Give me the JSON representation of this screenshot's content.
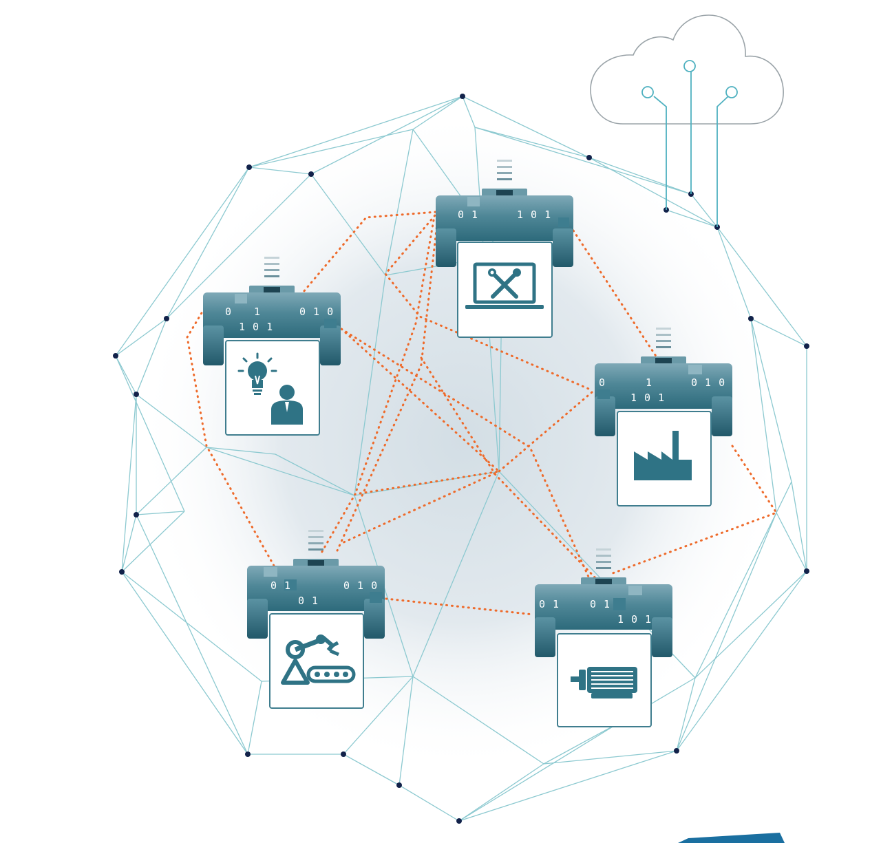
{
  "colors": {
    "mesh_line": "#8cc9d0",
    "mesh_node": "#12224a",
    "link_dotted": "#ee6a2a",
    "module_dark": "#2f6f80",
    "module_light": "#5f9aaa",
    "icon": "#2f7385",
    "cloud_outline": "#9aa3a8",
    "accent_bar": "#1a6fa0"
  },
  "modules": [
    {
      "id": "maintenance",
      "icon": "laptop-tools-icon",
      "labels": [
        "0 1",
        "1 0 1"
      ]
    },
    {
      "id": "engineering",
      "icon": "idea-person-icon",
      "labels": [
        "0",
        "1",
        "0 1 0",
        "1 0 1"
      ]
    },
    {
      "id": "factory",
      "icon": "factory-icon",
      "labels": [
        "0",
        "1",
        "0 1 0",
        "1 0 1"
      ]
    },
    {
      "id": "robot",
      "icon": "robot-conveyor-icon",
      "labels": [
        "0 1",
        "0 1 0",
        "0 1"
      ]
    },
    {
      "id": "motor",
      "icon": "electric-motor-icon",
      "labels": [
        "0 1",
        "0 1",
        "1 0 1"
      ]
    }
  ],
  "cloud": {
    "icon": "cloud-circuit-icon"
  }
}
